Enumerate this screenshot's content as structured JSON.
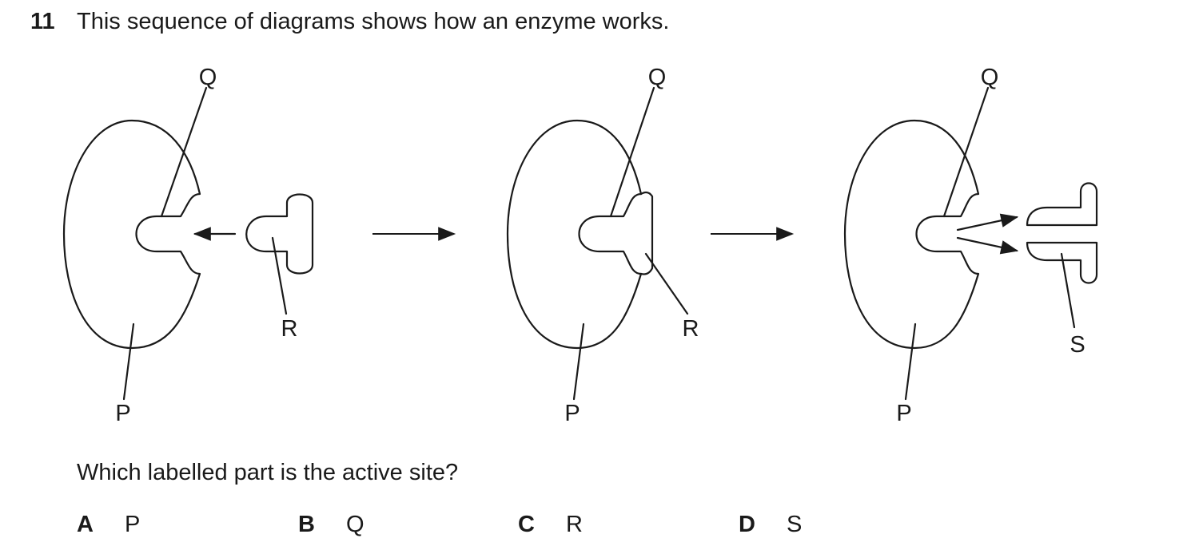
{
  "question": {
    "number": "11",
    "stem": "This sequence of diagrams shows how an enzyme works.",
    "prompt": "Which labelled part is the active site?"
  },
  "diagram": {
    "panel_1": {
      "label_q": "Q",
      "label_p": "P",
      "label_r": "R"
    },
    "panel_2": {
      "label_q": "Q",
      "label_p": "P",
      "label_r": "R"
    },
    "panel_3": {
      "label_q": "Q",
      "label_p": "P",
      "label_s": "S"
    }
  },
  "options": [
    {
      "letter": "A",
      "value": "P"
    },
    {
      "letter": "B",
      "value": "Q"
    },
    {
      "letter": "C",
      "value": "R"
    },
    {
      "letter": "D",
      "value": "S"
    }
  ]
}
